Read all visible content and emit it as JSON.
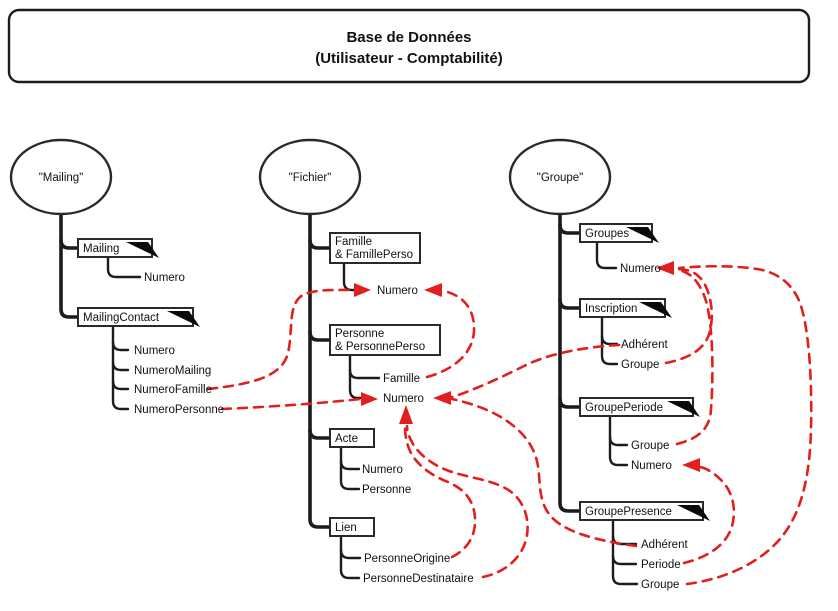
{
  "diagram": {
    "title_line1": "Base de Données",
    "title_line2": "(Utilisateur - Comptabilité)",
    "colors": {
      "reference_red": "#e31e1e",
      "line_black": "#1c1c1c"
    },
    "mailing": {
      "root": "\"Mailing\"",
      "box1": "Mailing",
      "box1_f1": "Numero",
      "box2": "MailingContact",
      "box2_f1": "Numero",
      "box2_f2": "NumeroMailing",
      "box2_f3": "NumeroFamille",
      "box2_f4": "NumeroPersonne"
    },
    "fichier": {
      "root": "\"Fichier\"",
      "box1_l1": "Famille",
      "box1_l2": "& FamillePerso",
      "box1_f1": "Numero",
      "box2_l1": "Personne",
      "box2_l2": "& PersonnePerso",
      "box2_f1": "Famille",
      "box2_f2": "Numero",
      "box3": "Acte",
      "box3_f1": "Numero",
      "box3_f2": "Personne",
      "box4": "Lien",
      "box4_f1": "PersonneOrigine",
      "box4_f2": "PersonneDestinataire"
    },
    "groupe": {
      "root": "\"Groupe\"",
      "box1": "Groupes",
      "box1_f1": "Numero",
      "box2": "Inscription",
      "box2_f1": "Adhérent",
      "box2_f2": "Groupe",
      "box3": "GroupePeriode",
      "box3_f1": "Groupe",
      "box3_f2": "Numero",
      "box4": "GroupePresence",
      "box4_f1": "Adhérent",
      "box4_f2": "Periode",
      "box4_f3": "Groupe"
    },
    "references": [
      {
        "from": "MailingContact.NumeroFamille",
        "to": "Fichier.Famille.Numero"
      },
      {
        "from": "MailingContact.NumeroPersonne",
        "to": "Fichier.Personne.Numero"
      },
      {
        "from": "Fichier.Personne.Famille",
        "to": "Fichier.Famille.Numero"
      },
      {
        "from": "Groupe.Inscription.Adhérent",
        "to": "Fichier.Personne.Numero"
      },
      {
        "from": "Groupe.GroupePresence.Adhérent",
        "to": "Fichier.Personne.Numero"
      },
      {
        "from": "Fichier.Lien.PersonneOrigine",
        "to": "Fichier.Personne.Numero"
      },
      {
        "from": "Fichier.Lien.PersonneDestinataire",
        "to": "Fichier.Personne.Numero"
      },
      {
        "from": "Groupe.Inscription.Groupe",
        "to": "Groupe.Groupes.Numero"
      },
      {
        "from": "Groupe.GroupePeriode.Groupe",
        "to": "Groupe.Groupes.Numero"
      },
      {
        "from": "Groupe.GroupePresence.Groupe",
        "to": "Groupe.Groupes.Numero"
      },
      {
        "from": "Groupe.GroupePresence.Periode",
        "to": "Groupe.GroupePeriode.Numero"
      }
    ]
  }
}
